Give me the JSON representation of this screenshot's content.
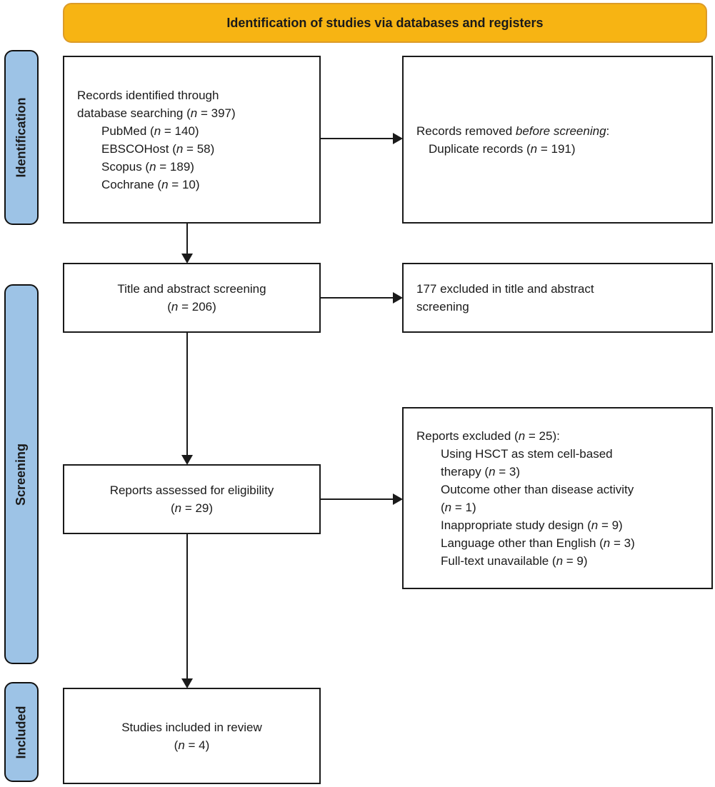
{
  "banner": {
    "label": "Identification of studies via databases and registers"
  },
  "stages": {
    "identification": {
      "label": "Identification"
    },
    "screening": {
      "label": "Screening"
    },
    "included": {
      "label": "Included"
    }
  },
  "boxes": {
    "records_identified": {
      "text": "Records identified through\ndatabase searching (*n* = 397)\n  PubMed (*n* = 140)\n  EBSCOHost (*n* = 58)\n  Scopus (*n* = 189)\n  Cochrane (*n* = 10)"
    },
    "records_removed": {
      "text": "Records removed *before screening*:\n Duplicate records (*n* = 191)"
    },
    "title_abstract_screening": {
      "text": "Title and abstract screening\n(*n* = 206)"
    },
    "excluded_title_abstract": {
      "text": "177 excluded in title and abstract\nscreening"
    },
    "reports_assessed": {
      "text": "Reports assessed for eligibility\n(*n* = 29)"
    },
    "reports_excluded": {
      "text": "Reports excluded (*n* = 25):\n  Using HSCT as stem cell-based\n  therapy (*n* = 3)\n  Outcome other than disease activity\n  (*n* = 1)\n  Inappropriate study design (*n* = 9)\n  Language other than English (*n* = 3)\n  Full-text unavailable (*n* = 9)"
    },
    "studies_included": {
      "text": "Studies included in review\n(*n* = 4)"
    }
  },
  "colors": {
    "banner_fill": "#F7B413",
    "banner_border": "#DC9B28",
    "stage_fill": "#9DC3E6",
    "stage_border": "#111111",
    "box_border": "#1A1A1A",
    "arrow": "#1A1A1A",
    "text": "#1A1A1A"
  }
}
